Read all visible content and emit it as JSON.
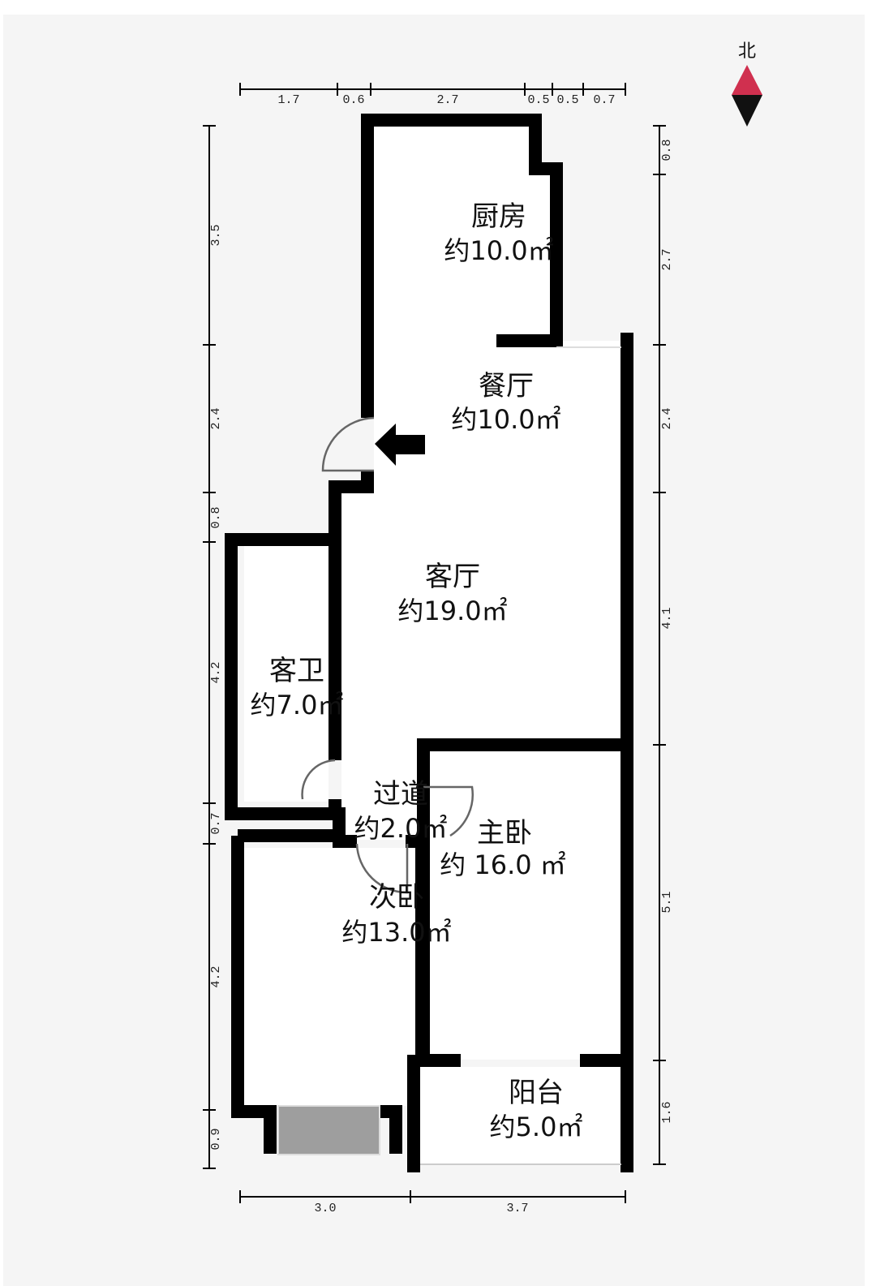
{
  "compass": {
    "label": "北",
    "north_color": "#d0304f",
    "south_color": "#111111"
  },
  "dimensions": {
    "top": [
      "1.7",
      "0.6",
      "2.7",
      "0.5",
      "0.5",
      "0.7"
    ],
    "left": [
      "3.5",
      "2.4",
      "0.8",
      "4.2",
      "0.7",
      "4.2",
      "0.9"
    ],
    "right": [
      "0.8",
      "2.7",
      "2.4",
      "4.1",
      "5.1",
      "1.6"
    ],
    "bottom": [
      "3.0",
      "3.7"
    ]
  },
  "rooms": [
    {
      "name": "厨房",
      "area": "约10.0㎡"
    },
    {
      "name": "餐厅",
      "area": "约10.0㎡"
    },
    {
      "name": "客厅",
      "area": "约19.0㎡"
    },
    {
      "name": "客卫",
      "area": "约7.0㎡"
    },
    {
      "name": "过道",
      "area": "约2.0㎡"
    },
    {
      "name": "主卧",
      "area": "约 16.0 ㎡"
    },
    {
      "name": "次卧",
      "area": "约13.0㎡"
    },
    {
      "name": "阳台",
      "area": "约5.0㎡"
    }
  ],
  "entrance_icon": "arrow-left-icon"
}
